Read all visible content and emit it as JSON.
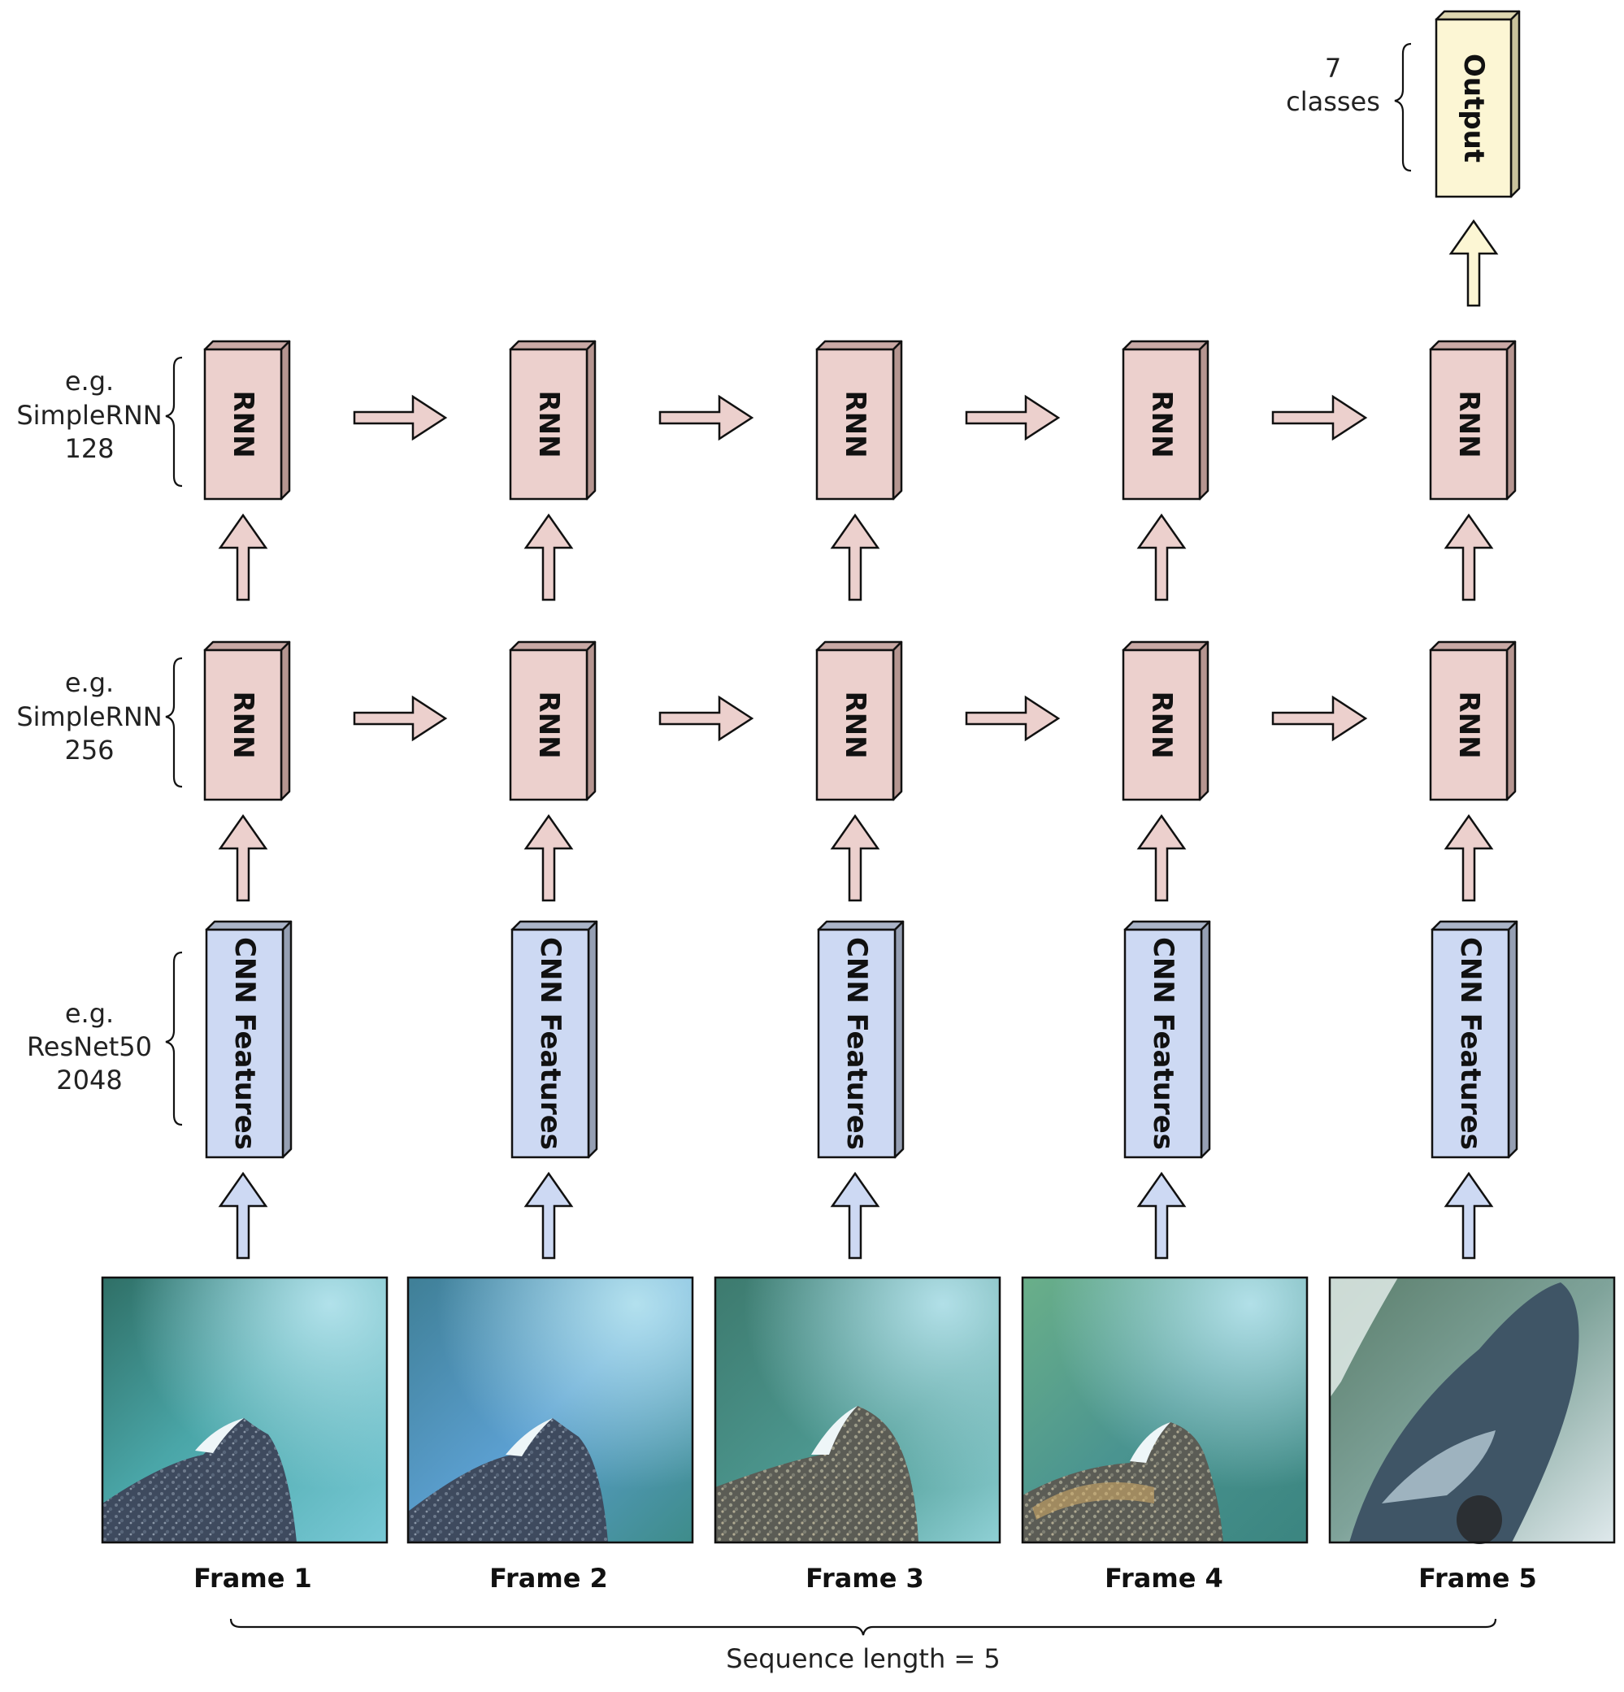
{
  "colors": {
    "rnn_face": "#ecd0cd",
    "rnn_top": "#c9a9a5",
    "rnn_side": "#b59590",
    "cnn_face": "#cdd9f3",
    "cnn_top": "#aab4c8",
    "cnn_side": "#959fb3",
    "output_face": "#fcf6d4",
    "output_top": "#ddd6b0",
    "output_side": "#c9c29c",
    "rnn_arrow": "#ecd0cd",
    "cnn_arrow": "#cdd9f3",
    "output_arrow": "#fcf6d4"
  },
  "labels": {
    "output_box": "Output",
    "rnn_box": "RNN",
    "cnn_box": "CNN Features"
  },
  "side_labels": {
    "output": [
      "7",
      "classes"
    ],
    "rnn_top": [
      "e.g.",
      "SimpleRNN",
      "128"
    ],
    "rnn_bottom": [
      "e.g.",
      "SimpleRNN",
      "256"
    ],
    "cnn": [
      "e.g.",
      "ResNet50",
      "2048"
    ]
  },
  "frames": [
    {
      "label": "Frame 1",
      "icon": "underwater-fin-image"
    },
    {
      "label": "Frame 2",
      "icon": "underwater-fin-image"
    },
    {
      "label": "Frame 3",
      "icon": "underwater-fin-image"
    },
    {
      "label": "Frame 4",
      "icon": "underwater-fin-image"
    },
    {
      "label": "Frame 5",
      "icon": "underwater-fin-surface-image"
    }
  ],
  "sequence_label": "Sequence length = 5"
}
